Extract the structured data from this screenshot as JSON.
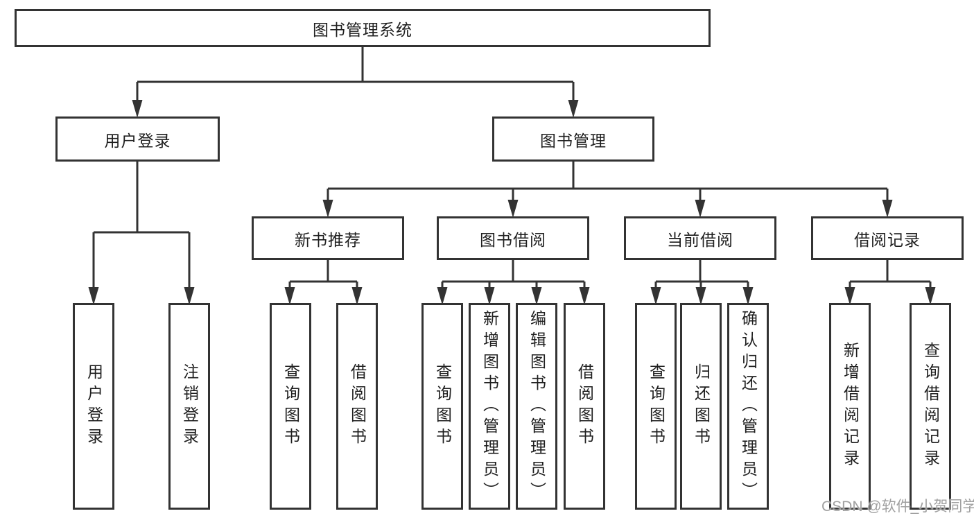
{
  "watermark": "CSDN @软件_小贺同学",
  "colors": {
    "line": "#333333",
    "box_border": "#333333",
    "text": "#1f1f1f",
    "background": "#ffffff",
    "watermark": "#a0a0a0"
  },
  "tree": {
    "root": {
      "label": "图书管理系统"
    },
    "branches": [
      {
        "label": "用户登录",
        "children": [
          {
            "label": "用户登录"
          },
          {
            "label": "注销登录"
          }
        ]
      },
      {
        "label": "图书管理",
        "children": [
          {
            "label": "新书推荐",
            "children": [
              {
                "label": "查询图书"
              },
              {
                "label": "借阅图书"
              }
            ]
          },
          {
            "label": "图书借阅",
            "children": [
              {
                "label": "查询图书"
              },
              {
                "label": "新增图书（管理员）"
              },
              {
                "label": "编辑图书（管理员）"
              },
              {
                "label": "借阅图书"
              }
            ]
          },
          {
            "label": "当前借阅",
            "children": [
              {
                "label": "查询图书"
              },
              {
                "label": "归还图书"
              },
              {
                "label": "确认归还（管理员）"
              }
            ]
          },
          {
            "label": "借阅记录",
            "children": [
              {
                "label": "新增借阅记录"
              },
              {
                "label": "查询借阅记录"
              }
            ]
          }
        ]
      }
    ]
  }
}
